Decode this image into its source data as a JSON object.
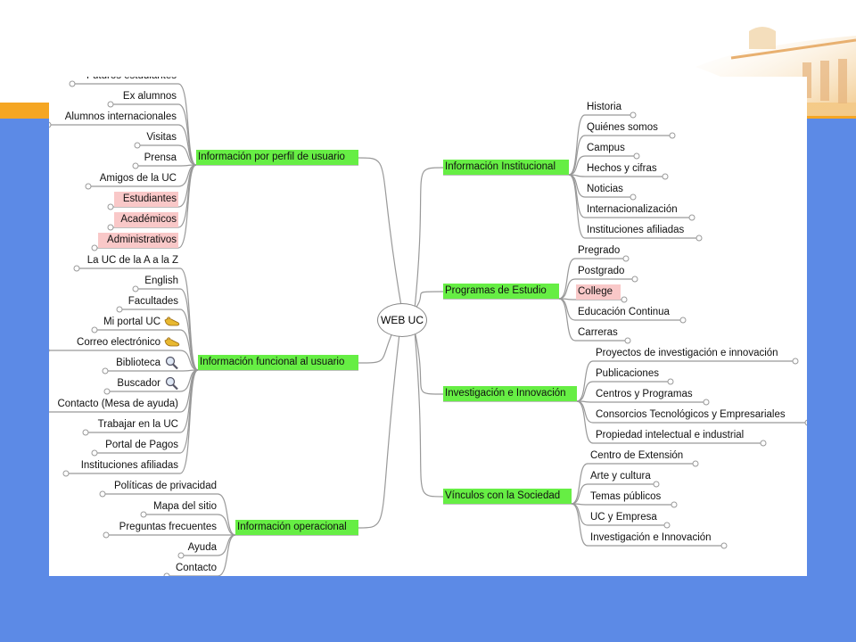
{
  "root": "WEB UC",
  "left_branches": [
    {
      "label": "Información por perfil de usuario",
      "leaves": [
        {
          "label": "Futuros estudiantes"
        },
        {
          "label": "Ex alumnos"
        },
        {
          "label": "Alumnos internacionales"
        },
        {
          "label": "Visitas"
        },
        {
          "label": "Prensa"
        },
        {
          "label": "Amigos de la UC"
        },
        {
          "label": "Estudiantes",
          "highlight": true
        },
        {
          "label": "Académicos",
          "highlight": true
        },
        {
          "label": "Administrativos",
          "highlight": true
        }
      ]
    },
    {
      "label": "Información funcional al usuario",
      "leaves": [
        {
          "label": "La UC de la A a la Z"
        },
        {
          "label": "English"
        },
        {
          "label": "Facultades"
        },
        {
          "label": "Mi portal UC",
          "icon": "pointing-hand-icon"
        },
        {
          "label": "Correo electrónico",
          "icon": "pointing-hand-icon"
        },
        {
          "label": "Biblioteca",
          "icon": "magnifier-icon"
        },
        {
          "label": "Buscador",
          "icon": "magnifier-icon"
        },
        {
          "label": "Contacto (Mesa de ayuda)"
        },
        {
          "label": "Trabajar en la UC"
        },
        {
          "label": "Portal de Pagos"
        },
        {
          "label": "Instituciones afiliadas"
        }
      ]
    },
    {
      "label": "Información operacional",
      "leaves": [
        {
          "label": "Políticas de privacidad"
        },
        {
          "label": "Mapa del sitio"
        },
        {
          "label": "Preguntas frecuentes"
        },
        {
          "label": "Ayuda"
        },
        {
          "label": "Contacto"
        }
      ]
    }
  ],
  "right_branches": [
    {
      "label": "Información Institucional",
      "leaves": [
        {
          "label": "Historia"
        },
        {
          "label": "Quiénes somos"
        },
        {
          "label": "Campus"
        },
        {
          "label": "Hechos y cifras"
        },
        {
          "label": "Noticias"
        },
        {
          "label": "Internacionalización"
        },
        {
          "label": "Instituciones afiliadas"
        }
      ]
    },
    {
      "label": "Programas de Estudio",
      "leaves": [
        {
          "label": "Pregrado"
        },
        {
          "label": "Postgrado"
        },
        {
          "label": "College",
          "highlight": true
        },
        {
          "label": "Educación Continua"
        },
        {
          "label": "Carreras"
        }
      ]
    },
    {
      "label": "Investigación e Innovación",
      "leaves": [
        {
          "label": "Proyectos de investigación e innovación"
        },
        {
          "label": "Publicaciones"
        },
        {
          "label": "Centros y Programas"
        },
        {
          "label": "Consorcios Tecnológicos y Empresariales"
        },
        {
          "label": "Propiedad intelectual e industrial"
        }
      ]
    },
    {
      "label": "Vínculos con la Sociedad",
      "leaves": [
        {
          "label": "Centro de Extensión"
        },
        {
          "label": "Arte y cultura"
        },
        {
          "label": "Temas públicos"
        },
        {
          "label": "UC y Empresa"
        },
        {
          "label": "Investigación e Innovación"
        }
      ]
    }
  ],
  "colors": {
    "branch": "#66ee44",
    "highlight": "#f9c8c8",
    "line": "#999999",
    "background": "#5c8ae6",
    "accent": "#f5a623"
  }
}
